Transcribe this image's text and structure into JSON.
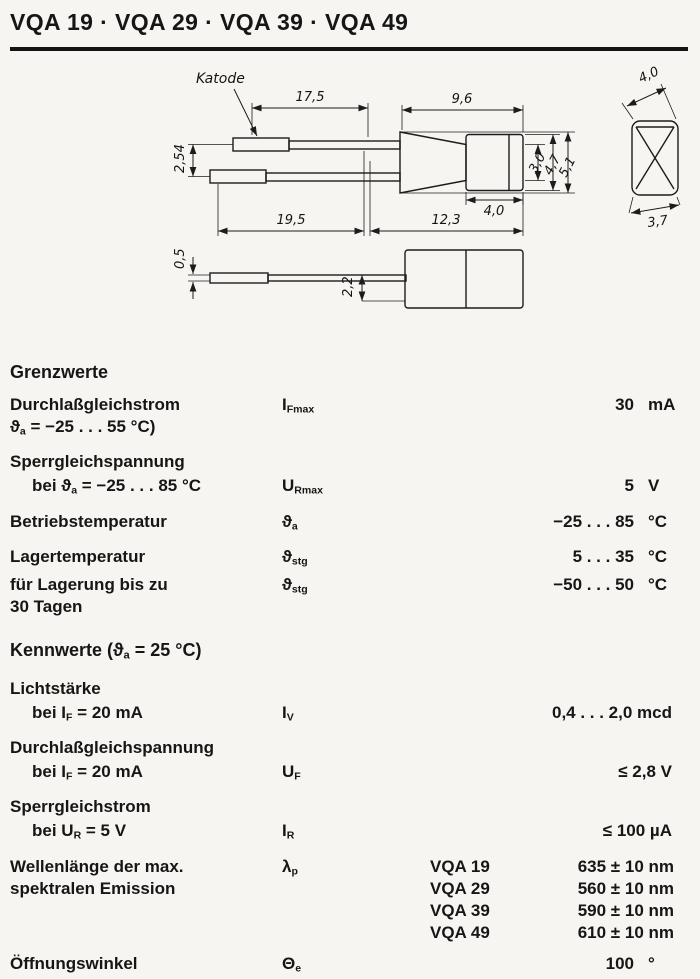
{
  "page": {
    "title": "VQA 19 · VQA 29 · VQA 39 · VQA 49"
  },
  "drawing": {
    "katode": "Katode",
    "dims": {
      "lead_upper": "17,5",
      "body": "9,6",
      "top_face": "4,0",
      "pitch": "2,54",
      "cone_tip": "3,0",
      "body_dia": "4,7",
      "flange_dia": "5,1",
      "rear": "4,0",
      "lead_lower": "19,5",
      "overall": "12,3",
      "end_width": "3,7",
      "lead_thickness": "0,5",
      "offset": "2,2"
    }
  },
  "specs": {
    "grenzwerte": {
      "heading": "Grenzwerte",
      "durchlass": {
        "l1": "Durchlaßgleichstrom",
        "line2_1": "ϑ",
        "line2_sub": "a",
        "line2_2": " = −25 . . . 55 °C)",
        "sym": "I",
        "symsub": "Fmax",
        "val": "30",
        "unit": "mA"
      },
      "sperr_head": "Sperrgleichspannung",
      "sperr_cond": {
        "l1": "bei ϑ",
        "lsub": "a",
        "l2": " = −25 . . . 85 °C",
        "sym": "U",
        "symsub": "Rmax",
        "val": "5",
        "unit": "V"
      },
      "betrieb": {
        "l1": "Betriebstemperatur",
        "sym": "ϑ",
        "symsub": "a",
        "val": "−25 . . . 85",
        "unit": "°C"
      },
      "lager": {
        "l1": "Lagertemperatur",
        "sym": "ϑ",
        "symsub": "stg",
        "val": "5 . . . 35",
        "unit": "°C"
      },
      "lager2": {
        "l1": "für Lagerung bis zu",
        "l1b": "30 Tagen",
        "sym": "ϑ",
        "symsub": "stg",
        "val": "−50 . . . 50",
        "unit": "°C"
      }
    },
    "kennwerte": {
      "heading": "Kennwerte",
      "heading_s1": "(ϑ",
      "heading_sub": "a",
      "heading_s2": " = 25 °C)",
      "licht_head": "Lichtstärke",
      "licht_cond": {
        "l1": "bei I",
        "lsub": "F",
        "l2": " = 20 mA",
        "sym": "I",
        "symsub": "V",
        "val": "0,4 . . . 2,0 mcd"
      },
      "durchlass_head": "Durchlaßgleichspannung",
      "durchlass_cond": {
        "l1": "bei I",
        "lsub": "F",
        "l2": " = 20 mA",
        "sym": "U",
        "symsub": "F",
        "val": "≤ 2,8 V"
      },
      "sperr_head": "Sperrgleichstrom",
      "sperr_cond": {
        "l1": "bei U",
        "lsub": "R",
        "l2": " = 5 V",
        "sym": "I",
        "symsub": "R",
        "val": "≤ 100 µA"
      },
      "wellenlaenge": {
        "l1": "Wellenlänge der max.",
        "l1b": "spektralen Emission",
        "sym": "λ",
        "symsub": "p",
        "models": [
          {
            "name": "VQA 19",
            "val": "635 ± 10 nm"
          },
          {
            "name": "VQA 29",
            "val": "560 ± 10 nm"
          },
          {
            "name": "VQA 39",
            "val": "590 ± 10 nm"
          },
          {
            "name": "VQA 49",
            "val": "610 ± 10 nm"
          }
        ]
      },
      "oeffnung": {
        "l1": "Öffnungswinkel",
        "sym": "Θ",
        "symsub": "e",
        "val": "100",
        "unit": "°"
      }
    }
  }
}
